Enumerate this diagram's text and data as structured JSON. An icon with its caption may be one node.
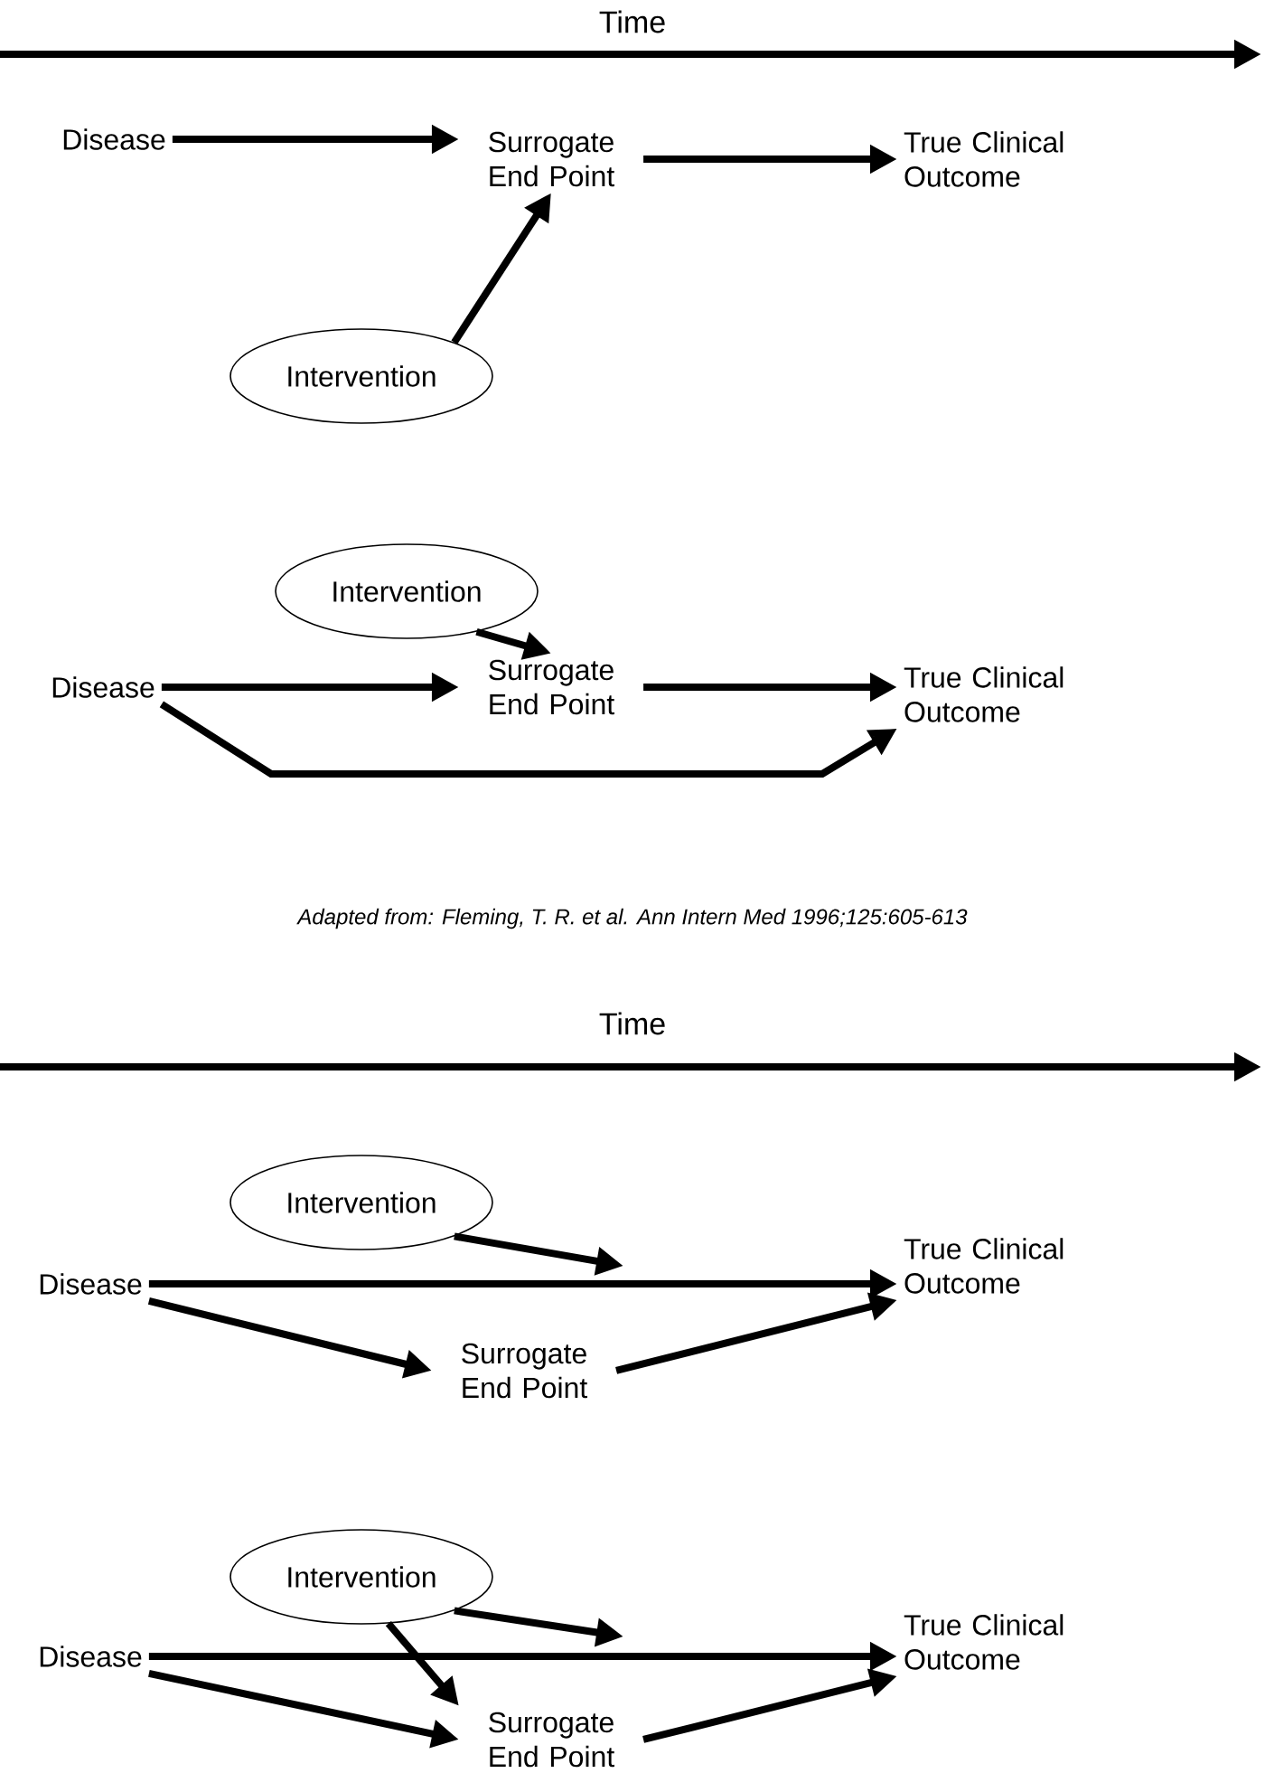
{
  "diagram": {
    "nodes": [
      {
        "text": [
          "Disease"
        ]
      },
      {
        "text": [
          "Surrogate End Point"
        ]
      },
      {
        "text": [
          "True Clinical Outcome"
        ]
      },
      {
        "text": [
          "Intervention"
        ]
      },
      {
        "text": [
          "Intervention"
        ]
      },
      {
        "text": [
          "Disease"
        ]
      },
      {
        "text": [
          "Surrogate End Point"
        ]
      },
      {
        "text": [
          "True Clinical Outcome"
        ]
      },
      {
        "text": [
          "Intervention"
        ]
      },
      {
        "text": [
          "Disease"
        ]
      },
      {
        "text": [
          "True Clinical Outcome"
        ]
      },
      {
        "text": [
          "Surrogate End Point"
        ]
      },
      {
        "text": [
          "Intervention"
        ]
      },
      {
        "text": [
          "Disease"
        ]
      },
      {
        "text": [
          "True Clinical Outcome"
        ]
      },
      {
        "text": [
          "Surrogate End Point"
        ]
      }
    ],
    "edges": [
      {
        "from": 0,
        "to": 1,
        "arrow": "to"
      },
      {
        "from": 1,
        "to": 2,
        "arrow": "to"
      },
      {
        "from": 3,
        "to": 1,
        "arrow": "to"
      },
      {
        "from": 4,
        "to": 6,
        "arrow": "to"
      },
      {
        "from": 5,
        "to": 6,
        "arrow": "to"
      },
      {
        "from": 6,
        "to": 7,
        "arrow": "to"
      },
      {
        "from": 5,
        "to": 7,
        "arrow": "to"
      },
      {
        "from": 9,
        "to": 10,
        "arrow": "to"
      },
      {
        "from": 8,
        "to": null,
        "arrow": "to"
      },
      {
        "from": 9,
        "to": 11,
        "arrow": "to"
      },
      {
        "from": 11,
        "to": 10,
        "arrow": "to"
      },
      {
        "from": 13,
        "to": 14,
        "arrow": "to"
      },
      {
        "from": 12,
        "to": null,
        "arrow": "to"
      },
      {
        "from": 12,
        "to": 15,
        "arrow": "to"
      },
      {
        "from": 13,
        "to": 15,
        "arrow": "to"
      },
      {
        "from": 15,
        "to": 14,
        "arrow": "to"
      }
    ],
    "labels": [
      "Time",
      "Adapted from: Fleming, T. R. et al. Ann Intern Med 1996;125:605-613",
      "Time"
    ]
  }
}
